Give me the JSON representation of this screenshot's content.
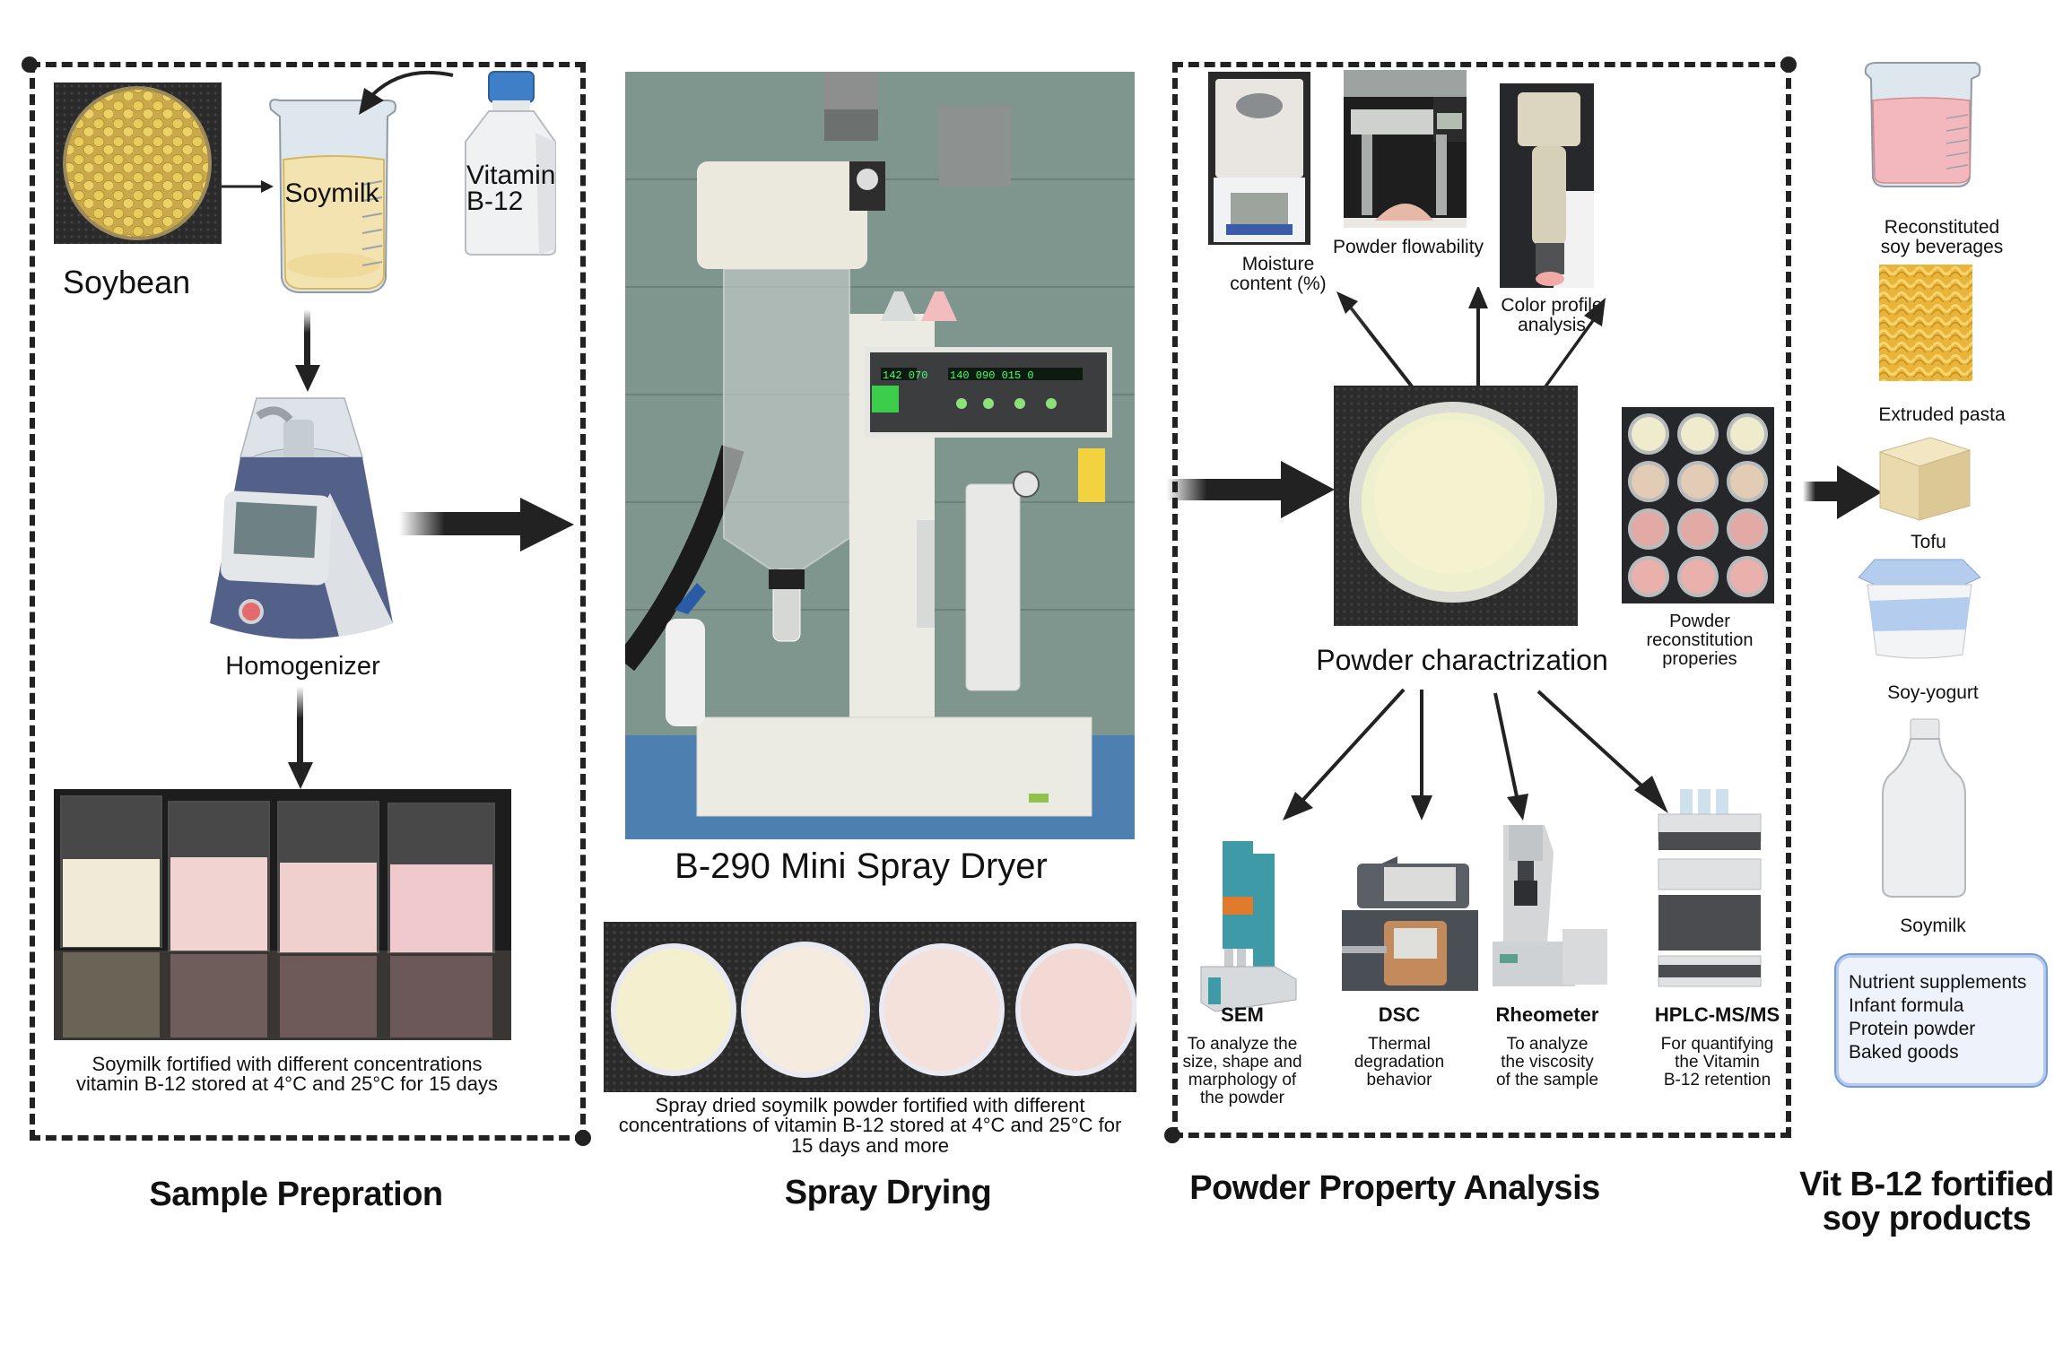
{
  "sections": {
    "sample_preparation": {
      "title": "Sample Prepration",
      "soybean_label": "Soybean",
      "soymilk_label": "Soymilk",
      "vitamin_label_line1": "Vitamin",
      "vitamin_label_line2": "B-12",
      "homogenizer_label": "Homogenizer",
      "beakers_caption_line1": "Soymilk fortified with different concentrations",
      "beakers_caption_line2": "vitamin B-12 stored at 4°C and 25°C for 15 days"
    },
    "spray_drying": {
      "title": "Spray Drying",
      "dryer_label": "B-290 Mini Spray Dryer",
      "dryer_display_left": "142 070",
      "dryer_display_right": "140 090 015  0",
      "powder_caption_line1": "Spray dried soymilk powder fortified with different",
      "powder_caption_line2": "concentrations  of vitamin B-12 stored at 4°C and 25°C for",
      "powder_caption_line3": "15 days and more"
    },
    "powder_analysis": {
      "title": "Powder Property Analysis",
      "center_label": "Powder charactrization",
      "top_items": [
        {
          "label_line1": "Moisture",
          "label_line2": "content (%)"
        },
        {
          "label_line1": "Powder flowability",
          "label_line2": ""
        },
        {
          "label_line1": "Color profile",
          "label_line2": "analysis"
        }
      ],
      "reconstitution": {
        "line1": "Powder",
        "line2": "reconstitution",
        "line3": "properies"
      },
      "instruments": [
        {
          "name": "SEM",
          "desc": [
            "To analyze the",
            "size, shape and",
            "marphology of",
            "the powder"
          ]
        },
        {
          "name": "DSC",
          "desc": [
            "Thermal",
            "degradation",
            "behavior"
          ]
        },
        {
          "name": "Rheometer",
          "desc": [
            "To analyze",
            "the viscosity",
            "of the sample"
          ]
        },
        {
          "name": "HPLC-MS/MS",
          "desc": [
            "For quantifying",
            "the Vitamin",
            "B-12 retention"
          ]
        }
      ]
    },
    "products": {
      "title_line1": "Vit B-12 fortified",
      "title_line2": "soy products",
      "items": [
        {
          "label_line1": "Reconstituted",
          "label_line2": "soy beverages"
        },
        {
          "label_line1": "Extruded pasta",
          "label_line2": ""
        },
        {
          "label_line1": "Tofu",
          "label_line2": ""
        },
        {
          "label_line1": "Soy-yogurt",
          "label_line2": ""
        },
        {
          "label_line1": "Soymilk",
          "label_line2": ""
        }
      ],
      "other_uses": [
        "Nutrient supplements",
        "Infant formula",
        "Protein powder",
        "Baked goods"
      ]
    }
  },
  "colors": {
    "dash": "#222222",
    "arrow": "#222222",
    "soymilk": "#f3e3b0",
    "pink_liquid": "#f2b8bd",
    "homogenizer_blue": "#536087",
    "yogurt_blue": "#b4cdef",
    "uses_box_border": "#6f9be0",
    "uses_box_fill": "#eef2fa"
  }
}
